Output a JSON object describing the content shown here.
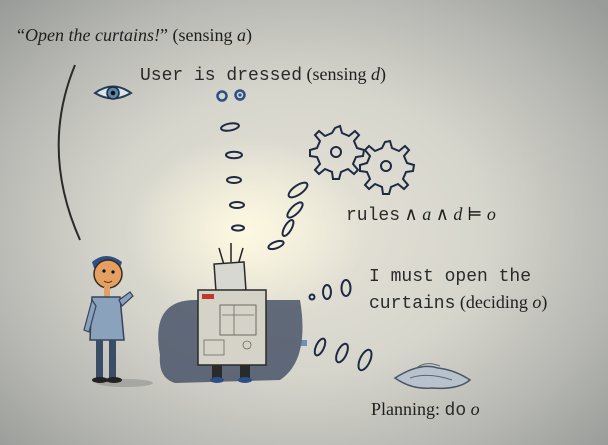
{
  "speech": {
    "q_open": "“",
    "quote": "Open the curtains!",
    "q_close": "”",
    "tag": "(sensing ",
    "var": "a",
    "close": ")"
  },
  "sensing_d": {
    "mono": "User is dressed",
    "tag": "(sensing ",
    "var": "d",
    "close": ")"
  },
  "rules": {
    "mono": "rules",
    "formula": " ∧ a ∧ d ⊨ o"
  },
  "deciding": {
    "line1": "I must open the",
    "line2_mono": "curtains",
    "tag": " (deciding ",
    "var": "o",
    "close": ")"
  },
  "planning": {
    "label": "Planning:",
    "mono": "do",
    "var": "o"
  },
  "colors": {
    "accent_blue": "#2c4f86",
    "ink": "#1f1f1f",
    "robot_red": "#c0392b"
  }
}
